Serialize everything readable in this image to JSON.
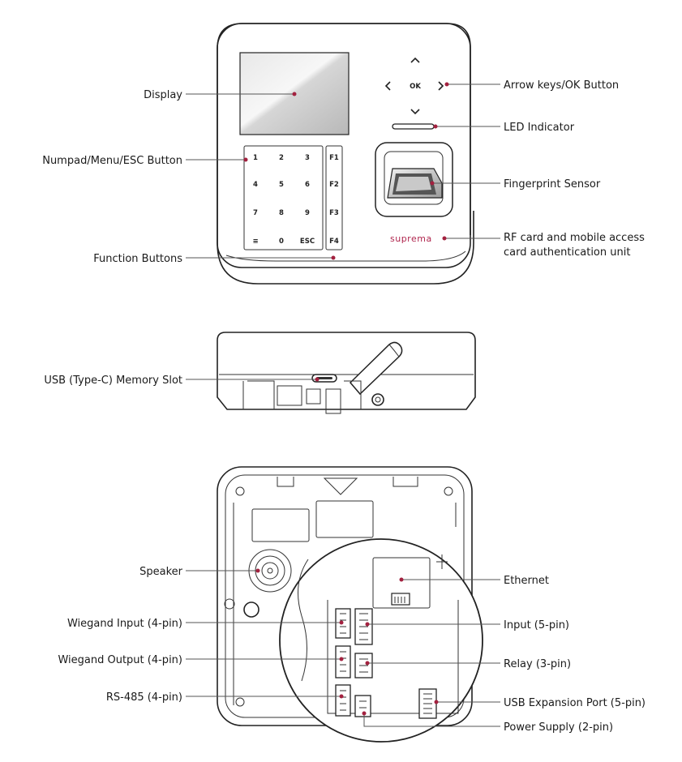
{
  "colors": {
    "accent": "#a3213f",
    "brand": "#b0264e",
    "outline": "#222222"
  },
  "front": {
    "keypad": [
      "1",
      "2",
      "3",
      "4",
      "5",
      "6",
      "7",
      "8",
      "9",
      "≡",
      "0",
      "ESC"
    ],
    "function_keys": [
      "F1",
      "F2",
      "F3",
      "F4"
    ],
    "ok_label": "OK",
    "brand": "suprema"
  },
  "labels": {
    "display": "Display",
    "numpad": "Numpad/Menu/ESC Button",
    "function_buttons": "Function Buttons",
    "arrow_keys": "Arrow keys/OK Button",
    "led": "LED Indicator",
    "fingerprint": "Fingerprint Sensor",
    "rf_line1": "RF card and mobile access",
    "rf_line2": "card authentication unit",
    "usb_slot": "USB (Type-C) Memory Slot",
    "speaker": "Speaker",
    "wiegand_in": "Wiegand Input (4-pin)",
    "wiegand_out": "Wiegand Output (4-pin)",
    "rs485": "RS-485 (4-pin)",
    "ethernet": "Ethernet",
    "input": "Input (5-pin)",
    "relay": "Relay (3-pin)",
    "usb_exp": "USB Expansion Port (5-pin)",
    "power": "Power Supply (2-pin)"
  }
}
